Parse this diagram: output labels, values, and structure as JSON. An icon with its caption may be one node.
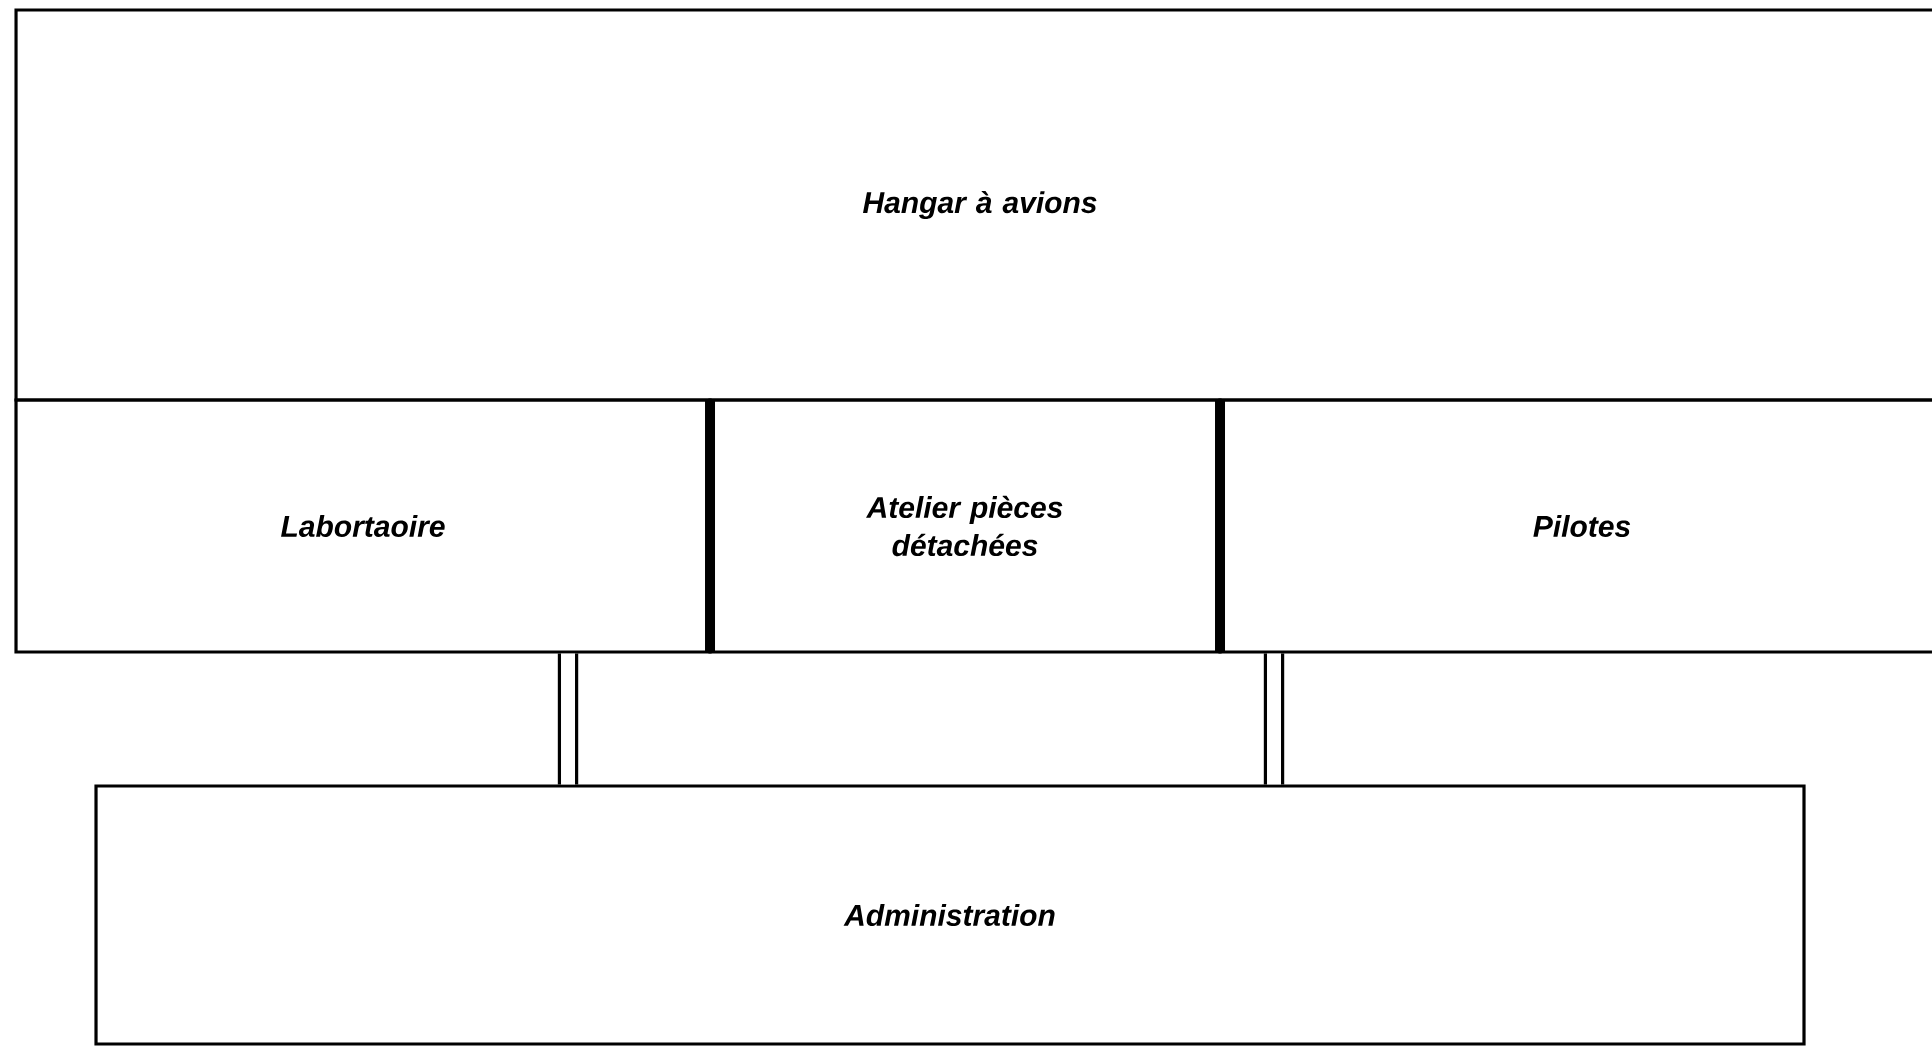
{
  "diagram": {
    "nodes": [
      {
        "text": [
          "Hangar à avions"
        ]
      },
      {
        "text": [
          "Labortaoire"
        ]
      },
      {
        "text": [
          "Atelier pièces détachées"
        ]
      },
      {
        "text": [
          "Pilotes"
        ]
      },
      {
        "text": [
          "Administration"
        ]
      }
    ],
    "edges": [
      {
        "from": 1,
        "to": 4,
        "arrow": "none"
      },
      {
        "from": 3,
        "to": 4,
        "arrow": "none"
      }
    ]
  }
}
